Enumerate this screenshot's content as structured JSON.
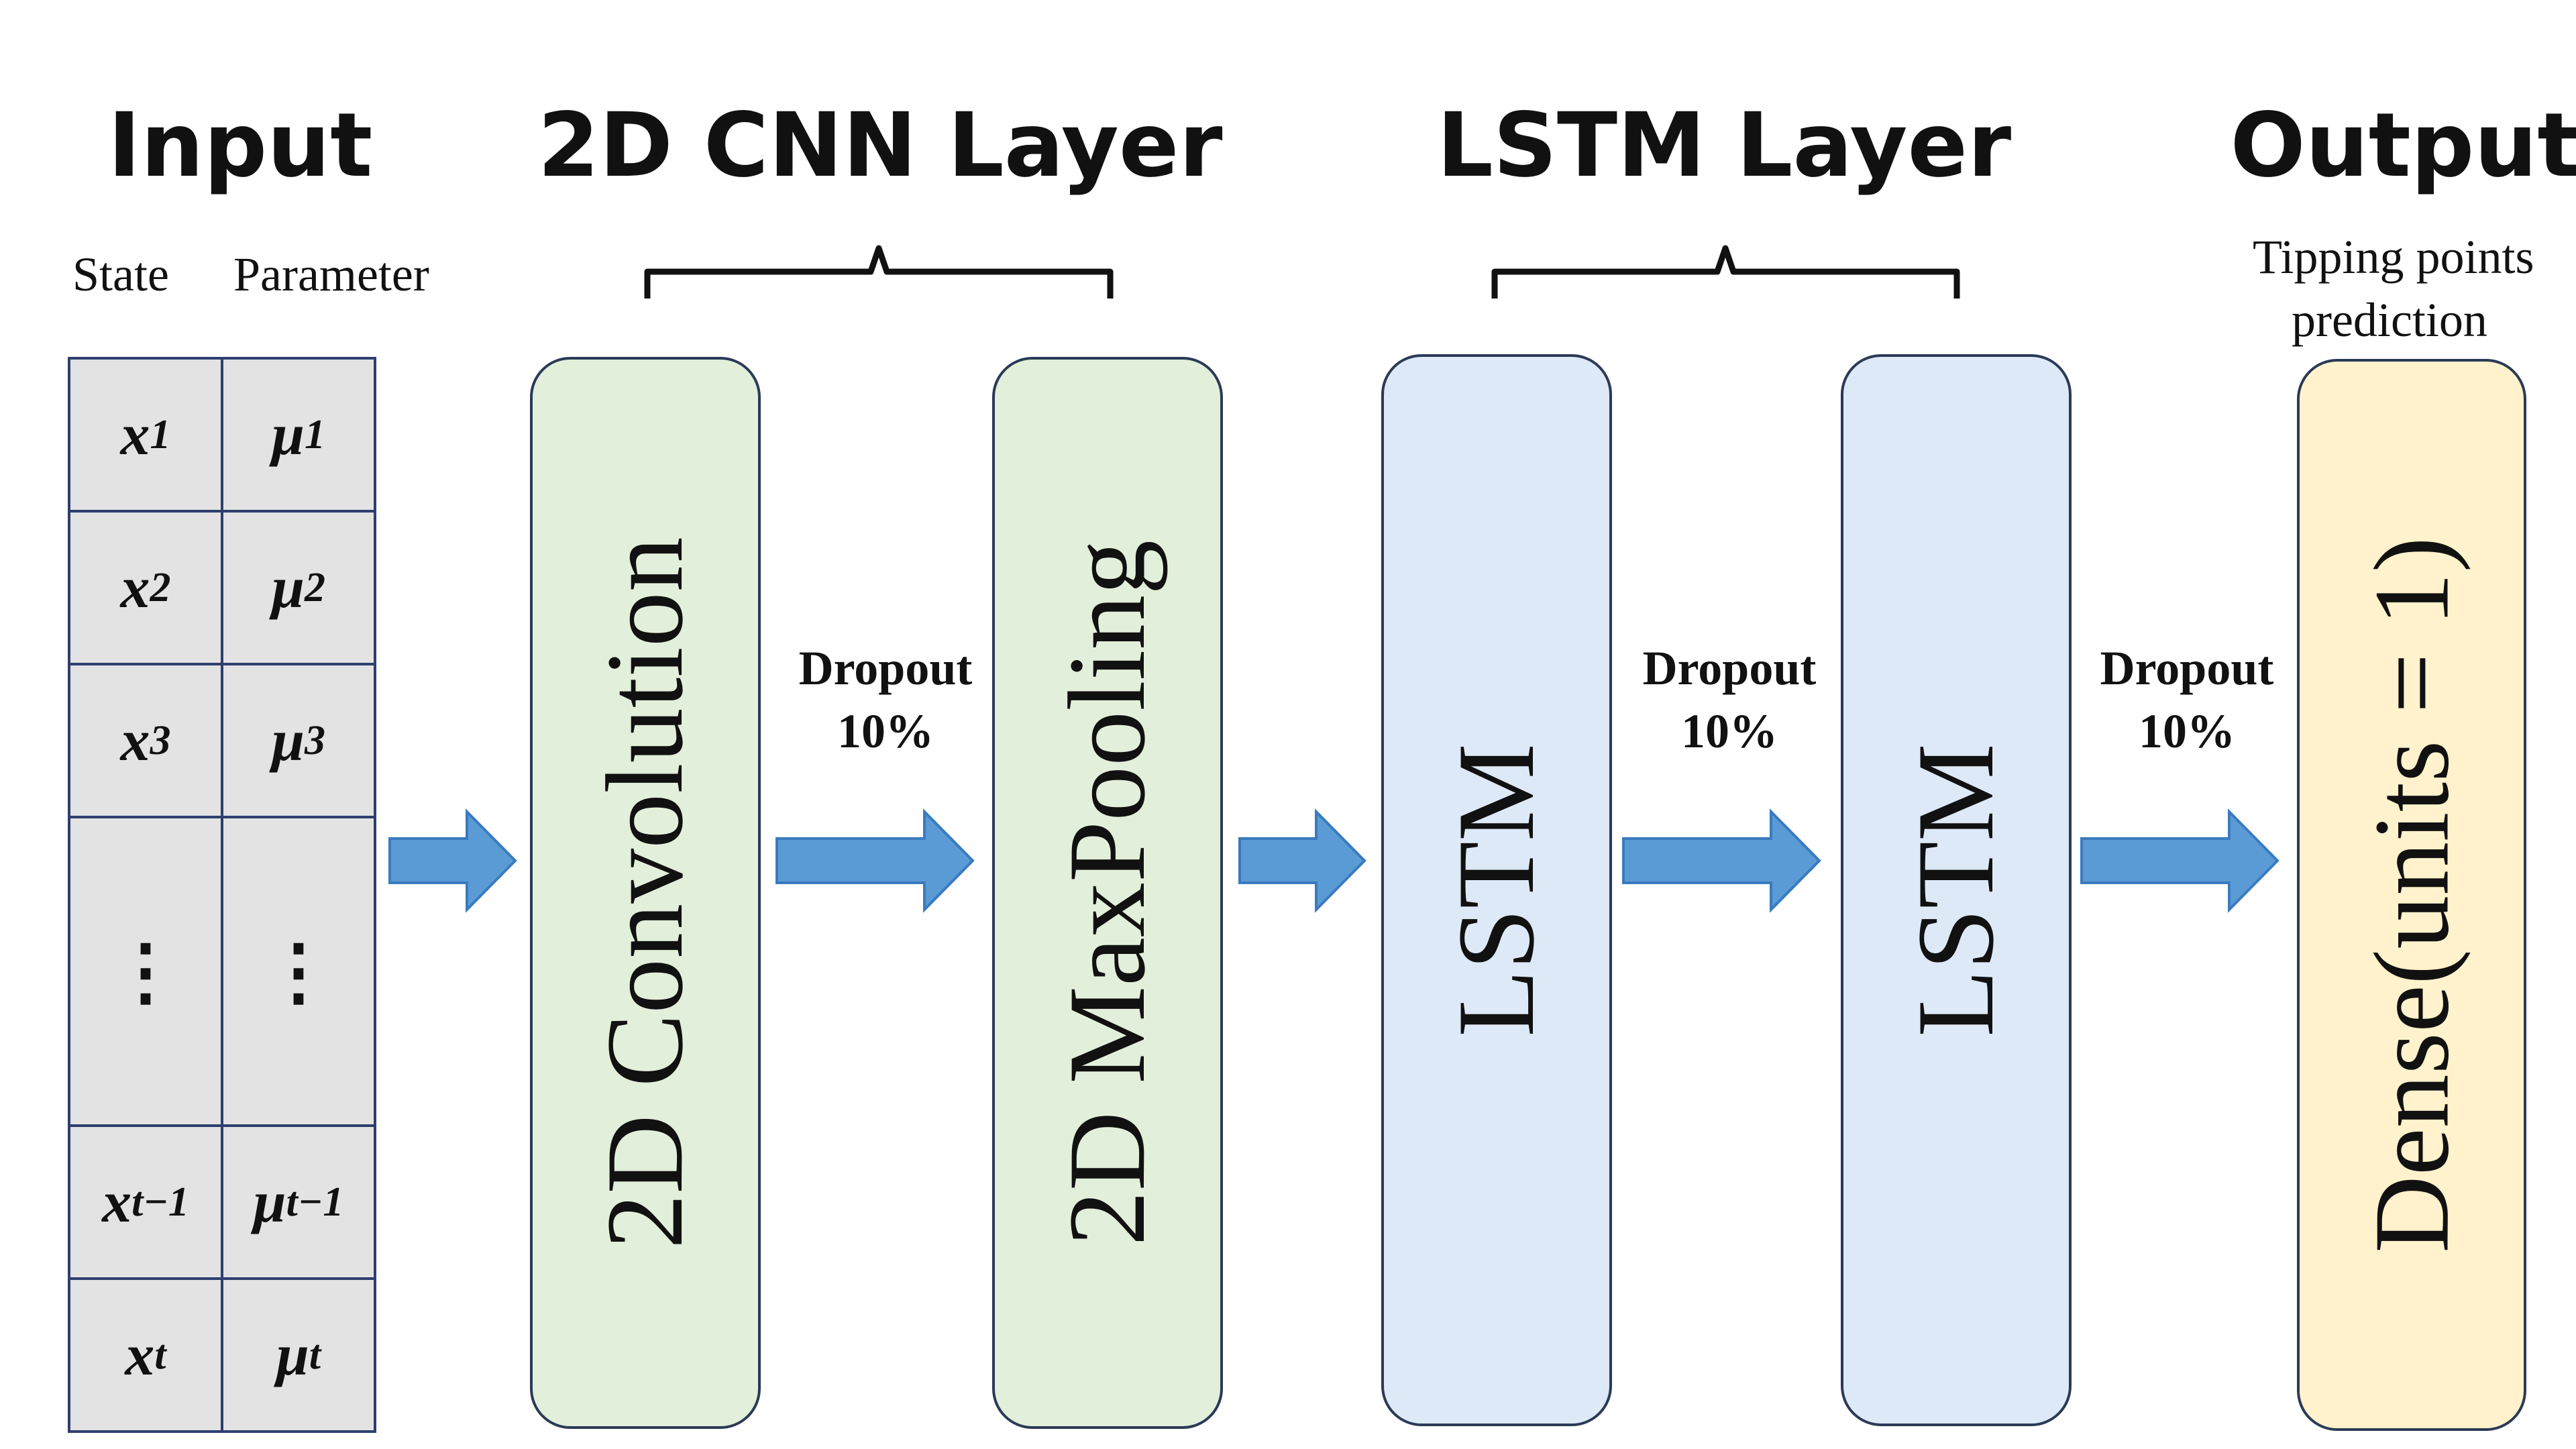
{
  "titles": {
    "input": "Input",
    "cnn": "2D CNN Layer",
    "lstm": "LSTM Layer",
    "output": "Output"
  },
  "input_table": {
    "header_state": "State",
    "header_param": "Parameter",
    "rows": [
      {
        "x": "x",
        "x_sub": "1",
        "mu": "μ",
        "mu_sub": "1"
      },
      {
        "x": "x",
        "x_sub": "2",
        "mu": "μ",
        "mu_sub": "2"
      },
      {
        "x": "x",
        "x_sub": "3",
        "mu": "μ",
        "mu_sub": "3"
      },
      {
        "x": "⋮",
        "x_sub": "",
        "mu": "⋮",
        "mu_sub": ""
      },
      {
        "x": "x",
        "x_sub": "t−1",
        "mu": "μ",
        "mu_sub": "t−1"
      },
      {
        "x": "x",
        "x_sub": "t",
        "mu": "μ",
        "mu_sub": "t"
      }
    ]
  },
  "blocks": {
    "conv": "2D  Convolution",
    "pool": "2D  MaxPooling",
    "lstm1": "LSTM",
    "lstm2": "LSTM",
    "dense": "Dense(units = 1)"
  },
  "output_caption": {
    "line1": "Tipping points",
    "line2": "prediction"
  },
  "dropouts": [
    {
      "label": "Dropout",
      "value": "10%"
    },
    {
      "label": "Dropout",
      "value": "10%"
    },
    {
      "label": "Dropout",
      "value": "10%"
    }
  ],
  "colors": {
    "cnn_fill": "#e2efda",
    "lstm_fill": "#dde9f6",
    "dense_fill": "#fff2cc",
    "arrow_fill": "#5b9bd5",
    "arrow_stroke": "#3a7bbf",
    "table_fill": "#e3e3e3",
    "table_border": "#2e3f6f"
  }
}
